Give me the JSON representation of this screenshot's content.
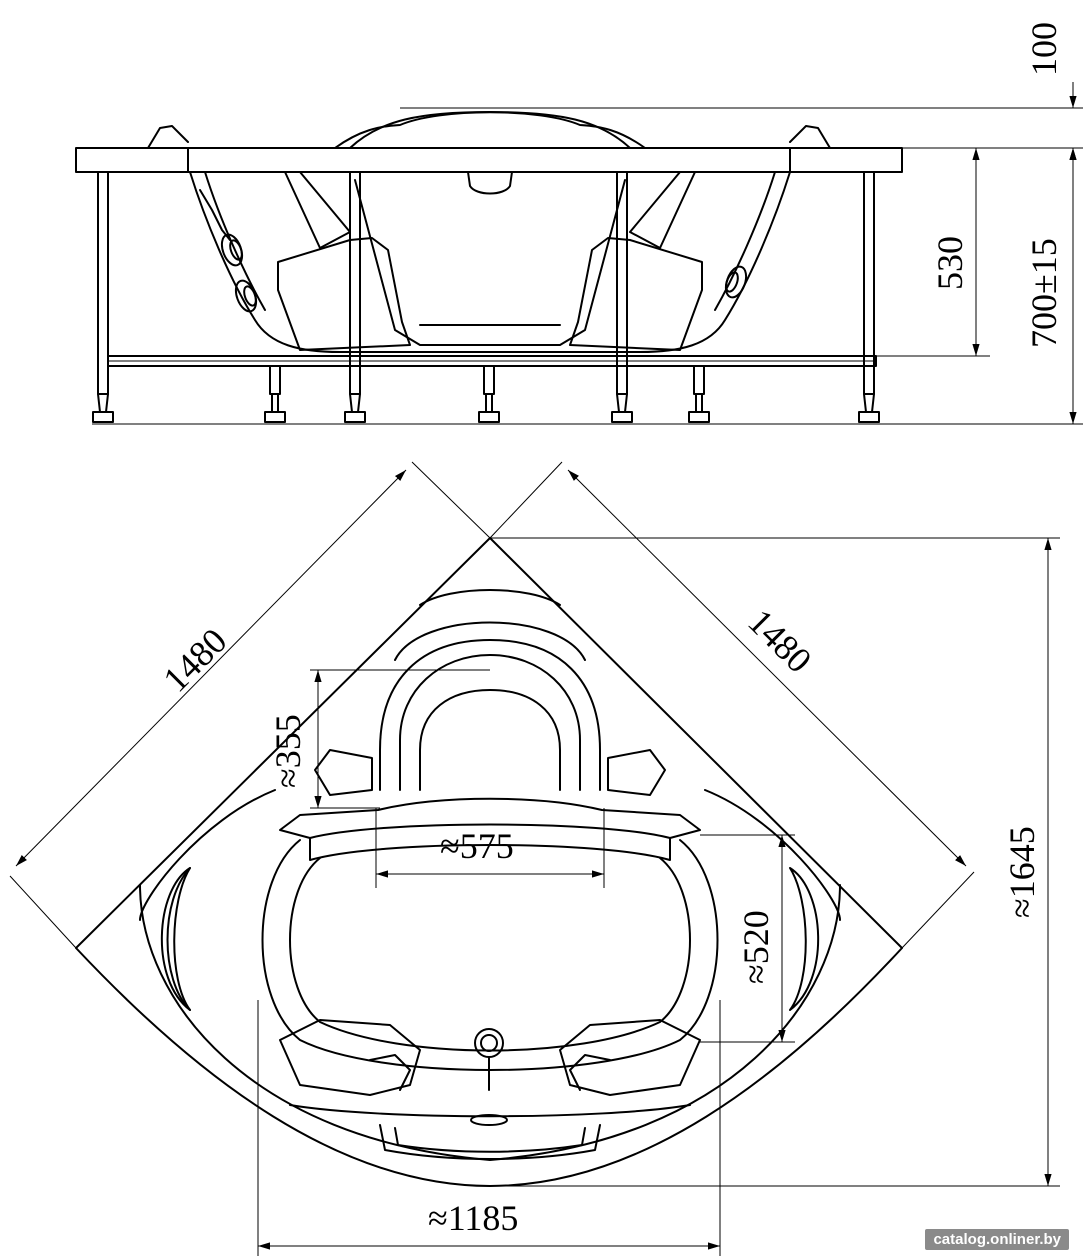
{
  "side_view": {
    "dims": {
      "lip": "100",
      "tub_depth": "530",
      "total_height": "700±15"
    }
  },
  "top_view": {
    "dims": {
      "side_left": "1480",
      "side_right": "1480",
      "headrest_depth": "≈355",
      "seat_width": "≈575",
      "inner_depth": "≈520",
      "diagonal": "≈1645",
      "front_width": "≈1185"
    }
  },
  "watermark": "catalog.onliner.by"
}
